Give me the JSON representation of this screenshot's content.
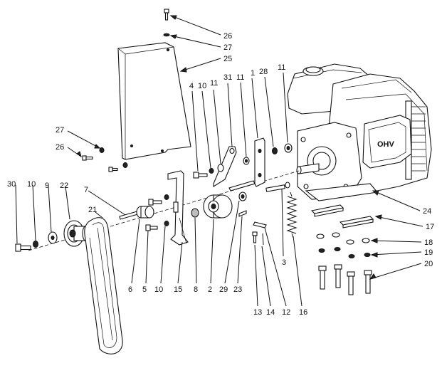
{
  "labels": {
    "1": "1",
    "2": "2",
    "3": "3",
    "5": "5",
    "6": "6",
    "7": "7",
    "8": "8",
    "9": "9",
    "10": "10",
    "11": "11",
    "12": "12",
    "13": "13",
    "14": "14",
    "15": "15",
    "16": "16",
    "17": "17",
    "18": "18",
    "19": "19",
    "20": "20",
    "21": "21",
    "22": "22",
    "23": "23",
    "24": "24",
    "25": "25",
    "26": "26",
    "27": "27",
    "28": "28",
    "29": "29",
    "30": "30",
    "31": "31",
    "4": "4"
  },
  "engine_logo": "OHV"
}
